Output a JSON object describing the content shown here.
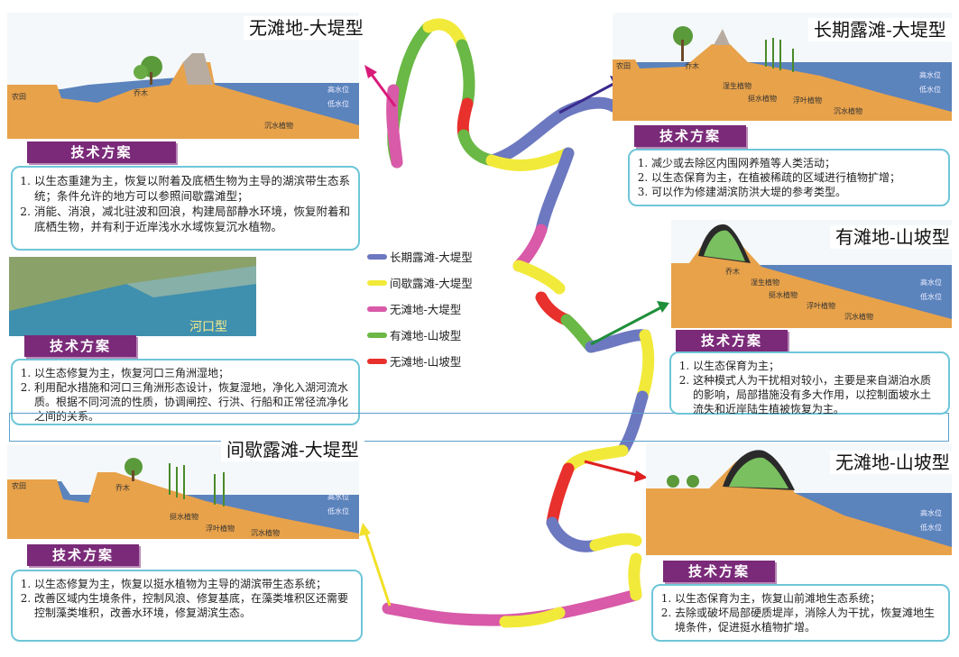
{
  "panels": {
    "p1": {
      "title": "无滩地-大堤型",
      "tech_label": "技术方案",
      "items": [
        "以生态重建为主，恢复以附着及底栖生物为主导的湖滨带生态系统；条件允许的地方可以参照间歇露滩型；",
        "消能、消浪，减北驻波和回浪，构建局部静水环境，恢复附着和底栖生物，并有利于近岸浅水水域恢复沉水植物。"
      ],
      "scene_labels": {
        "farmland": "农田",
        "tree": "乔木",
        "high_water": "高水位",
        "low_water": "低水位",
        "submerged": "沉水植物"
      }
    },
    "p2": {
      "title": "长期露滩-大堤型",
      "tech_label": "技术方案",
      "items": [
        "减少或去除区内围网养殖等人类活动；",
        "以生态保育为主，在植被稀疏的区域进行植物扩增；",
        "可以作为修建湖滨防洪大堤的参考类型。"
      ],
      "scene_labels": {
        "farmland": "农田",
        "tree": "乔木",
        "wet": "湿生植物",
        "emergent": "挺水植物",
        "floating": "浮叶植物",
        "submerged": "沉水植物",
        "high_water": "高水位",
        "low_water": "低水位"
      }
    },
    "p3": {
      "title": "河口型",
      "tech_label": "技术方案",
      "items": [
        "以生态修复为主，恢复河口三角洲湿地；",
        "利用配水措施和河口三角洲形态设计，恢复湿地，净化入湖河流水质。根据不同河流的性质，协调闸控、行洪、行船和正常径流净化之间的关系。"
      ]
    },
    "p4": {
      "title": "有滩地-山坡型",
      "tech_label": "技术方案",
      "items": [
        "以生态保育为主；",
        "这种模式人为干扰相对较小，主要是来自湖泊水质的影响，局部措施没有多大作用，以控制面坡水土流失和近岸陆生植被恢复为主。"
      ],
      "scene_labels": {
        "tree": "乔木",
        "wet": "湿生植物",
        "emergent": "挺水植物",
        "floating": "浮叶植物",
        "submerged": "沉水植物",
        "high_water": "高水位",
        "low_water": "低水位"
      }
    },
    "p5": {
      "title": "间歇露滩-大堤型",
      "tech_label": "技术方案",
      "items": [
        "以生态修复为主，恢复以挺水植物为主导的湖滨带生态系统；",
        "改善区域内生境条件，控制风浪、修复基底，在藻类堆积区还需要控制藻类堆积，改善水环境，修复湖滨生态。"
      ],
      "scene_labels": {
        "farmland": "农田",
        "tree": "乔木",
        "emergent": "挺水植物",
        "floating": "浮叶植物",
        "submerged": "沉水植物",
        "high_water": "高水位",
        "low_water": "低水位"
      }
    },
    "p6": {
      "title": "无滩地-山坡型",
      "tech_label": "技术方案",
      "items": [
        "以生态保育为主，恢复山前滩地生态系统；",
        "去除或破坏局部硬质堤岸，消除人为干扰，恢复滩地生境条件，促进挺水植物扩增。"
      ],
      "scene_labels": {
        "high_water": "高水位",
        "low_water": "低水位"
      }
    }
  },
  "legend": [
    {
      "label": "长期露滩-大堤型",
      "color": "#6c78c0"
    },
    {
      "label": "间歇露滩-大堤型",
      "color": "#f2ea3a"
    },
    {
      "label": "无滩地-大堤型",
      "color": "#d85aa8"
    },
    {
      "label": "有滩地-山坡型",
      "color": "#6ab845"
    },
    {
      "label": "无滩地-山坡型",
      "color": "#e8302c"
    }
  ],
  "colors": {
    "long_term": "#6c78c0",
    "intermittent": "#f2ea3a",
    "no_beach_dyke": "#d85aa8",
    "beach_slope": "#6ab845",
    "no_beach_slope": "#e8302c",
    "tech_bg": "#7a2a78",
    "box_border": "#6ec6d8",
    "soil": "#e8a24a",
    "water": "#3f6fb0"
  }
}
